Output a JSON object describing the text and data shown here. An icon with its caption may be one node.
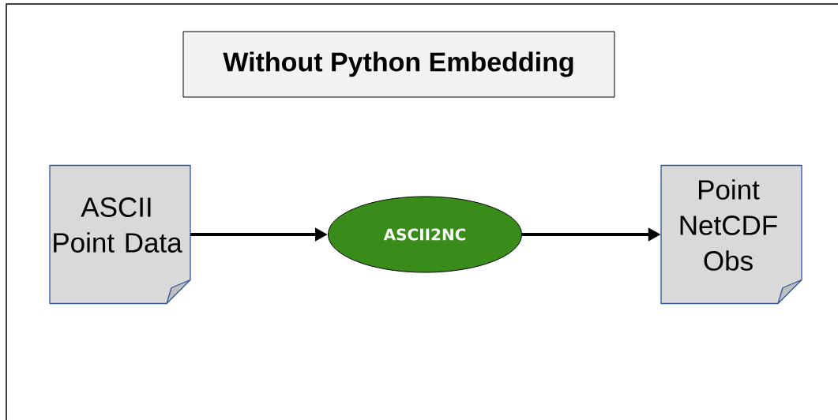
{
  "diagram": {
    "title": "Without Python Embedding",
    "nodes": [
      {
        "text": [
          "ASCII Point Data"
        ]
      },
      {
        "text": [
          "ASCII2NC"
        ]
      },
      {
        "text": [
          "Point NetCDF Obs"
        ]
      }
    ],
    "edges": [
      {
        "from": 0,
        "to": 1,
        "arrow": "to"
      },
      {
        "from": 1,
        "to": 2,
        "arrow": "to"
      }
    ]
  }
}
